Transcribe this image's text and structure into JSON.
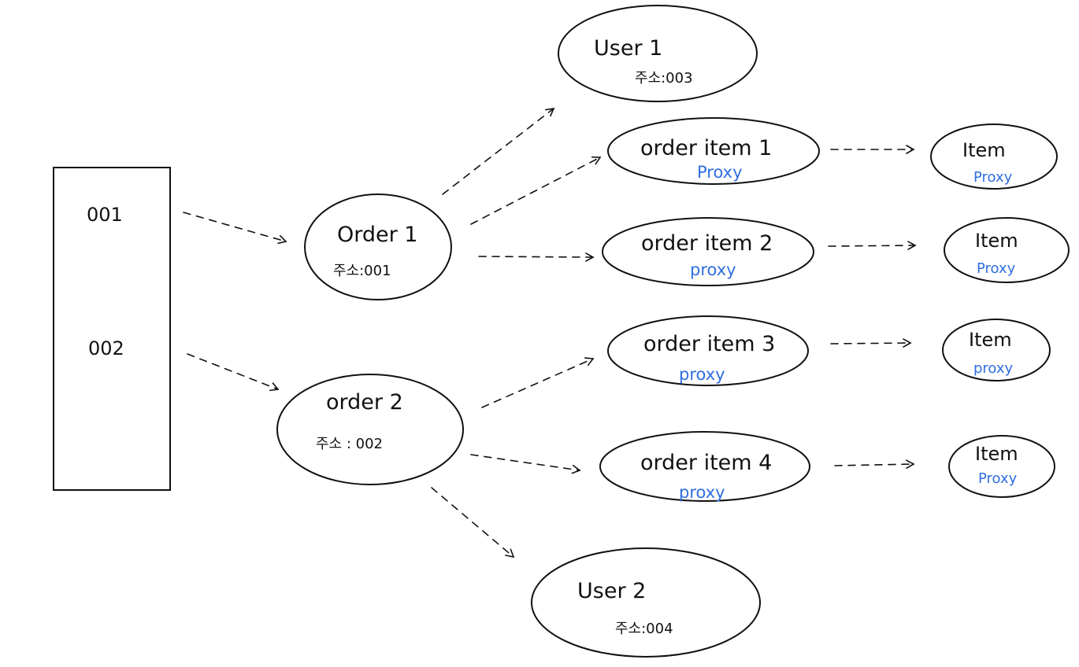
{
  "colors": {
    "ink": "#111111",
    "proxy": "#2f6fe0"
  },
  "table": {
    "row1": "001",
    "row2": "002"
  },
  "orders": [
    {
      "title": "Order 1",
      "sub": "주소:001"
    },
    {
      "title": "order 2",
      "sub": "주소 : 002"
    }
  ],
  "users": [
    {
      "title": "User 1",
      "sub": "주소:003"
    },
    {
      "title": "User 2",
      "sub": "주소:004"
    }
  ],
  "order_items": [
    {
      "title": "order item 1",
      "proxy": "Proxy"
    },
    {
      "title": "order item 2",
      "proxy": "proxy"
    },
    {
      "title": "order item 3",
      "proxy": "proxy"
    },
    {
      "title": "order item 4",
      "proxy": "proxy"
    }
  ],
  "items": [
    {
      "title": "Item",
      "proxy": "Proxy"
    },
    {
      "title": "Item",
      "proxy": "Proxy"
    },
    {
      "title": "Item",
      "proxy": "proxy"
    },
    {
      "title": "Item",
      "proxy": "Proxy"
    }
  ]
}
